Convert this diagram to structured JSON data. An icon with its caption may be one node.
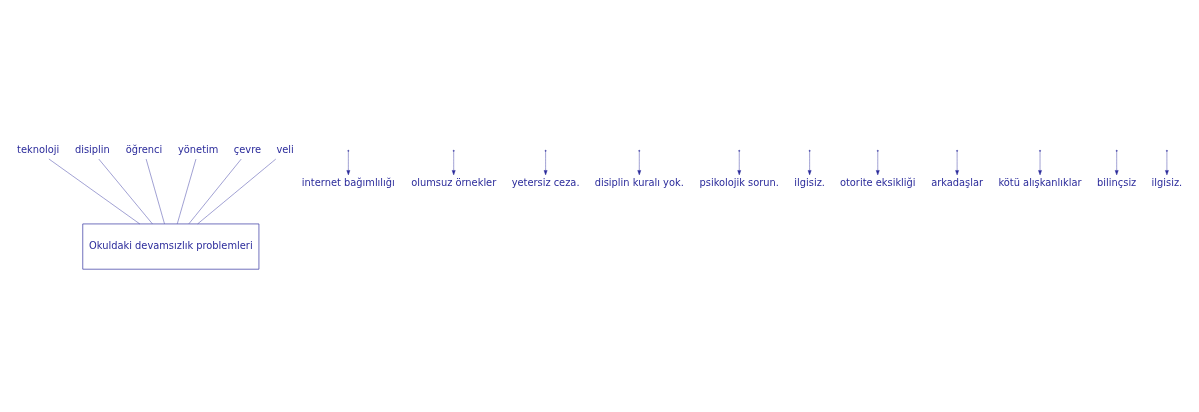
{
  "diagram": {
    "nodes": [
      {
        "text": [
          "teknoloji"
        ]
      },
      {
        "text": [
          "internet bağımlılığı"
        ]
      },
      {
        "text": [
          "olumsuz örnekler"
        ]
      },
      {
        "text": [
          "disiplin"
        ]
      },
      {
        "text": [
          "yetersiz ceza."
        ]
      },
      {
        "text": [
          "disiplin kuralı yok."
        ]
      },
      {
        "text": [
          "öğrenci"
        ]
      },
      {
        "text": [
          "psikolojik sorun."
        ]
      },
      {
        "text": [
          "ilgisiz."
        ]
      },
      {
        "text": [
          "Okuldaki devamsızlık problemleri"
        ]
      },
      {
        "text": [
          "yönetim"
        ]
      },
      {
        "text": [
          "otorite eksikliği"
        ]
      },
      {
        "text": [
          "çevre"
        ]
      },
      {
        "text": [
          "arkadaşlar"
        ]
      },
      {
        "text": [
          "kötü alışkanlıklar"
        ]
      },
      {
        "text": [
          "veli"
        ]
      },
      {
        "text": [
          "bilinçsiz"
        ]
      },
      {
        "text": [
          "ilgisiz."
        ]
      }
    ],
    "edges": [
      {
        "from": 0,
        "to": 9,
        "arrow": "none"
      },
      {
        "from": 3,
        "to": 9,
        "arrow": "none"
      },
      {
        "from": 6,
        "to": 9,
        "arrow": "none"
      },
      {
        "from": 10,
        "to": 9,
        "arrow": "none"
      },
      {
        "from": 12,
        "to": 9,
        "arrow": "none"
      },
      {
        "from": 15,
        "to": 9,
        "arrow": "none"
      },
      {
        "from": null,
        "to": 1,
        "arrow": "to"
      },
      {
        "from": null,
        "to": 2,
        "arrow": "to"
      },
      {
        "from": null,
        "to": 4,
        "arrow": "to"
      },
      {
        "from": null,
        "to": 5,
        "arrow": "to"
      },
      {
        "from": null,
        "to": 7,
        "arrow": "to"
      },
      {
        "from": null,
        "to": 8,
        "arrow": "to"
      },
      {
        "from": null,
        "to": 11,
        "arrow": "to"
      },
      {
        "from": null,
        "to": 13,
        "arrow": "to"
      },
      {
        "from": null,
        "to": 14,
        "arrow": "to"
      },
      {
        "from": null,
        "to": 16,
        "arrow": "to"
      },
      {
        "from": null,
        "to": 17,
        "arrow": "to"
      }
    ]
  }
}
